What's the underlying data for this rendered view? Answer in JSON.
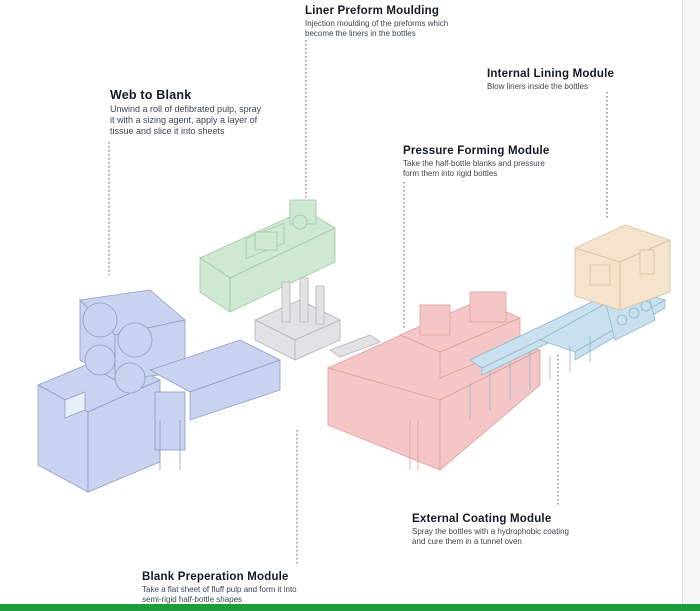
{
  "modules": [
    {
      "id": "liner",
      "title": "Liner Preform Moulding",
      "desc": [
        "Injection moulding of the preforms which",
        "become the liners in the bottles"
      ]
    },
    {
      "id": "web",
      "title": "Web to Blank",
      "desc": [
        "Unwind a roll of defibrated pulp, spray",
        "it with a sizing agent, apply a layer of",
        "tissue and slice it into sheets"
      ]
    },
    {
      "id": "lining",
      "title": "Internal Lining Module",
      "desc": [
        "Blow liners inside the bottles"
      ]
    },
    {
      "id": "pressure",
      "title": "Pressure Forming Module",
      "desc": [
        "Take the half-bottle blanks and pressure",
        "form them into rigid bottles"
      ]
    },
    {
      "id": "coating",
      "title": "External Coating Module",
      "desc": [
        "Spray the bottles with a hydrophobic coating",
        "and cure them in a tunnel oven"
      ]
    },
    {
      "id": "blank",
      "title": "Blank Preperation Module",
      "desc": [
        "Take a flat sheet of fluff pulp and form it into",
        "semi-rigid half-bottle shapes"
      ]
    }
  ],
  "colors": {
    "web_machine": "#c9d3ef",
    "liner_machine": "#cfe8d2",
    "gray_machine": "#e2e2e4",
    "pressure_machine": "#f5c6c6",
    "conveyor": "#c9e1ef",
    "lining_machine": "#f5e4cc",
    "leader_line": "#555555",
    "bottom_bar": "#1e9c3a"
  }
}
